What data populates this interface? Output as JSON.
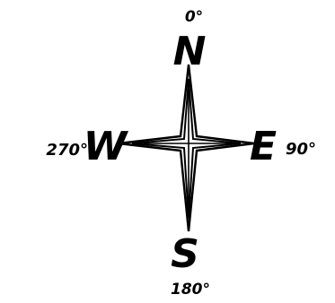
{
  "compass": {
    "north": {
      "letter": "N",
      "degrees": "0°"
    },
    "east": {
      "letter": "E",
      "degrees": "90°"
    },
    "south": {
      "letter": "S",
      "degrees": "180°"
    },
    "west": {
      "letter": "W",
      "degrees": "270°"
    }
  },
  "colors": {
    "ink": "#000000",
    "paper": "#ffffff"
  }
}
